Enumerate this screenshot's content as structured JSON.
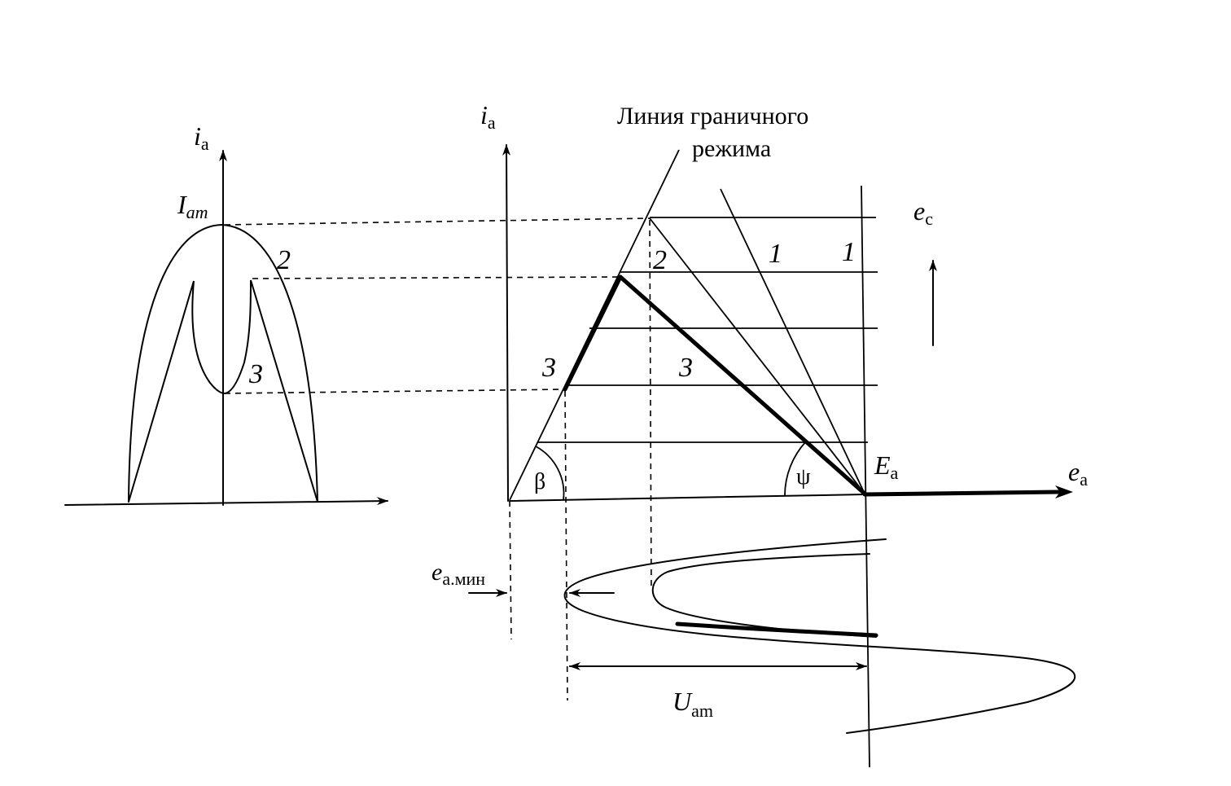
{
  "left_graph": {
    "axis_label": "i",
    "axis_label_sub": "a",
    "peak_label": "I",
    "peak_label_sub": "am",
    "curve_2_label": "2",
    "curve_3_label": "3"
  },
  "right_graph": {
    "y_axis_label": "i",
    "y_axis_label_sub": "a",
    "x_axis_label": "e",
    "x_axis_label_sub": "a",
    "boundary_line_title_1": "Линия граничного",
    "boundary_line_title_2": "режима",
    "grid_param_label": "e",
    "grid_param_label_sub": "c",
    "label_1a": "1",
    "label_1b": "1",
    "label_2": "2",
    "label_3_left": "3",
    "label_3_right": "3",
    "angle_beta": "β",
    "angle_psi": "ψ",
    "supply_label": "E",
    "supply_label_sub": "a"
  },
  "voltage_wave": {
    "min_label": "e",
    "min_label_sub": "а.мин",
    "amplitude_label": "U",
    "amplitude_label_sub": "am"
  }
}
